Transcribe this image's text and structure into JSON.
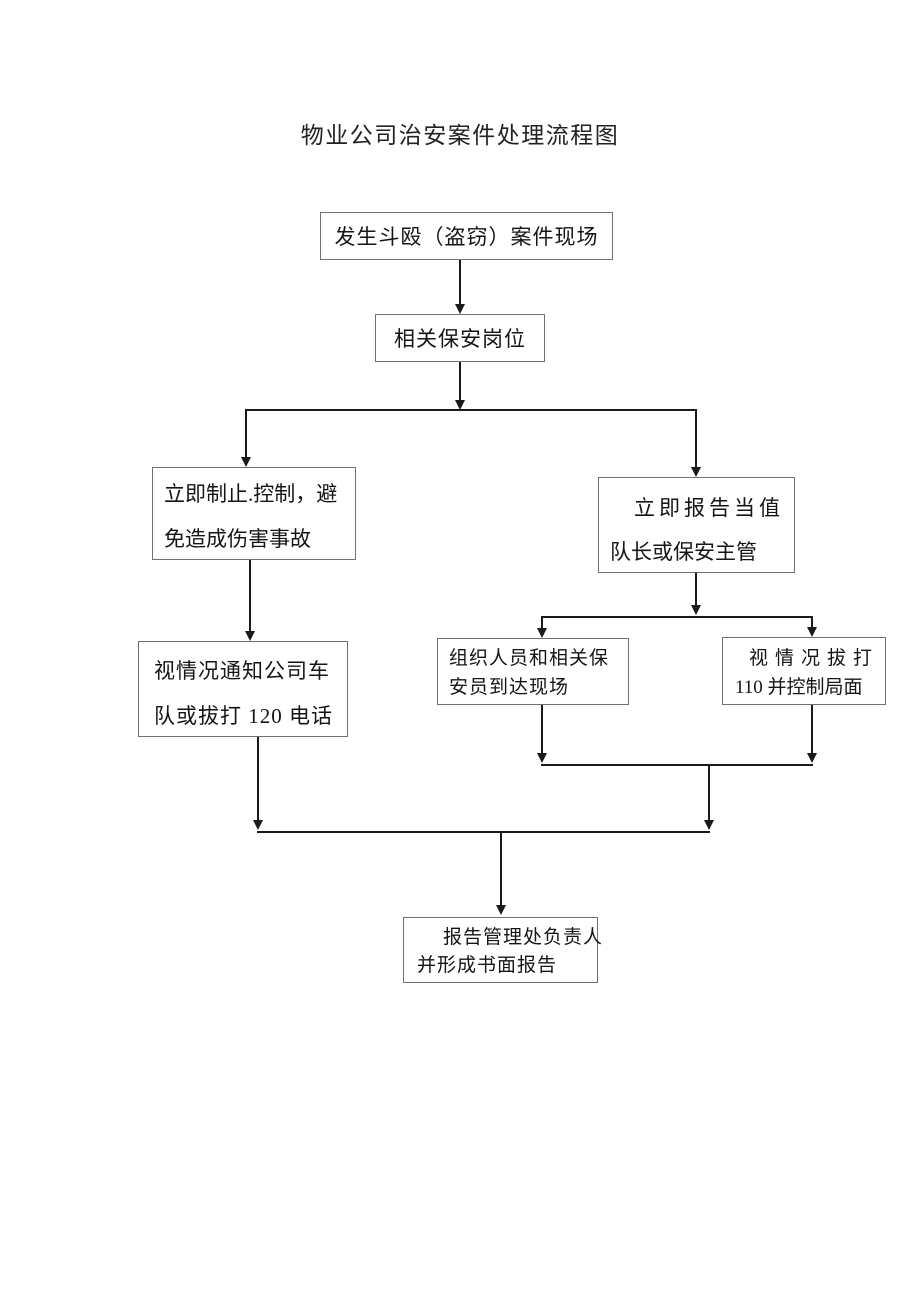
{
  "page": {
    "title": "物业公司治安案件处理流程图",
    "background": "#ffffff"
  },
  "flowchart": {
    "type": "flowchart",
    "colors": {
      "connector_line": "#1a1a1a",
      "box_border": "#6f6f6f",
      "text": "#151515",
      "box_fill": "#ffffff"
    },
    "nodes": [
      {
        "id": "incident-scene",
        "lines": [
          "发生斗殴（盗窃）案件现场"
        ]
      },
      {
        "id": "security-post",
        "lines": [
          "相关保安岗位"
        ]
      },
      {
        "id": "stop-control",
        "lines": [
          "立即制止.控制，避",
          "免造成伤害事故"
        ]
      },
      {
        "id": "report-captain",
        "lines": [
          "立即报告当值",
          "队长或保安主管"
        ]
      },
      {
        "id": "organize-personnel",
        "lines": [
          "组织人员和相关保",
          "安员到达现场"
        ]
      },
      {
        "id": "call-110",
        "lines": [
          "视情况拔打",
          "110 并控制局面"
        ]
      },
      {
        "id": "call-120",
        "lines": [
          "视情况通知公司车",
          "队或拔打 120 电话"
        ]
      },
      {
        "id": "final-report",
        "lines": [
          "报告管理处负责人",
          "并形成书面报告"
        ]
      }
    ],
    "edges": [
      "incident-scene -> security-post",
      "security-post -> stop-control",
      "security-post -> report-captain",
      "stop-control -> call-120",
      "report-captain -> organize-personnel",
      "report-captain -> call-110",
      "organize-personnel -> final-report",
      "call-110 -> final-report",
      "call-120 -> final-report"
    ]
  }
}
